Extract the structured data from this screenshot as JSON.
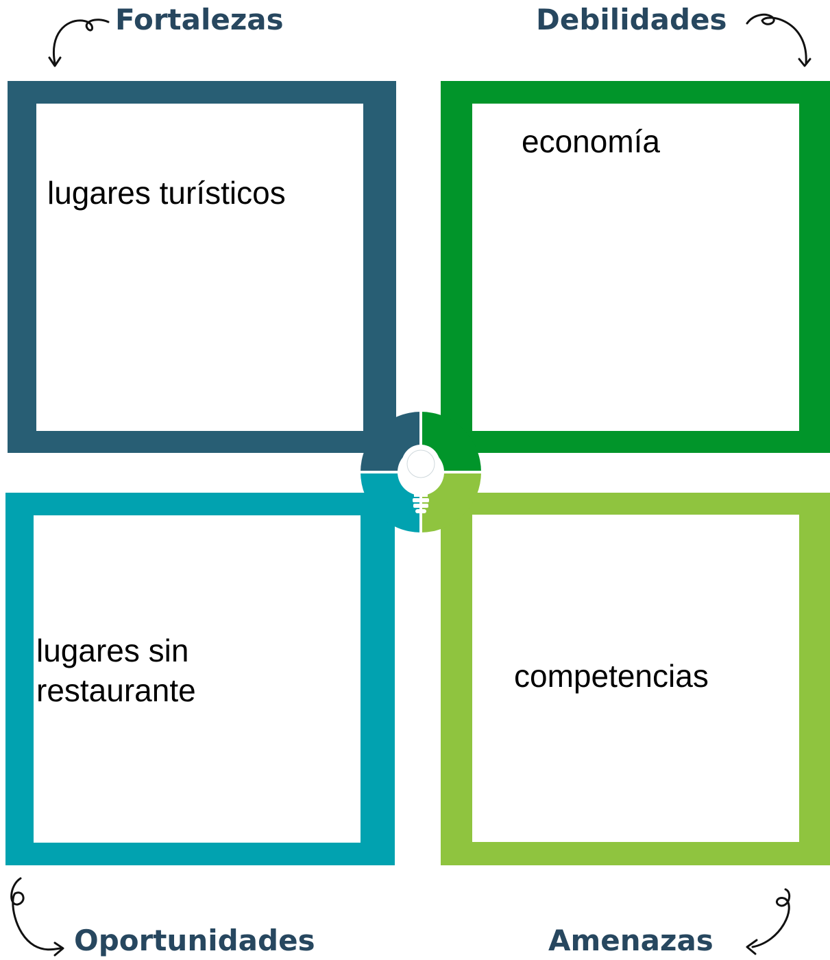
{
  "quadrants": {
    "strengths": {
      "heading": "Fortalezas",
      "text": "lugares turísticos",
      "color": "#285e74"
    },
    "weaknesses": {
      "heading": "Debilidades",
      "text": "economía",
      "color": "#01952a"
    },
    "opportunities": {
      "heading": "Oportunidades",
      "text": "lugares sin\nrestaurante",
      "color": "#01a2b0"
    },
    "threats": {
      "heading": "Amenazas",
      "text": "competencias",
      "color": "#8fc43f"
    }
  },
  "center_icon": "lightbulb-icon",
  "heading_color": "#27475f"
}
